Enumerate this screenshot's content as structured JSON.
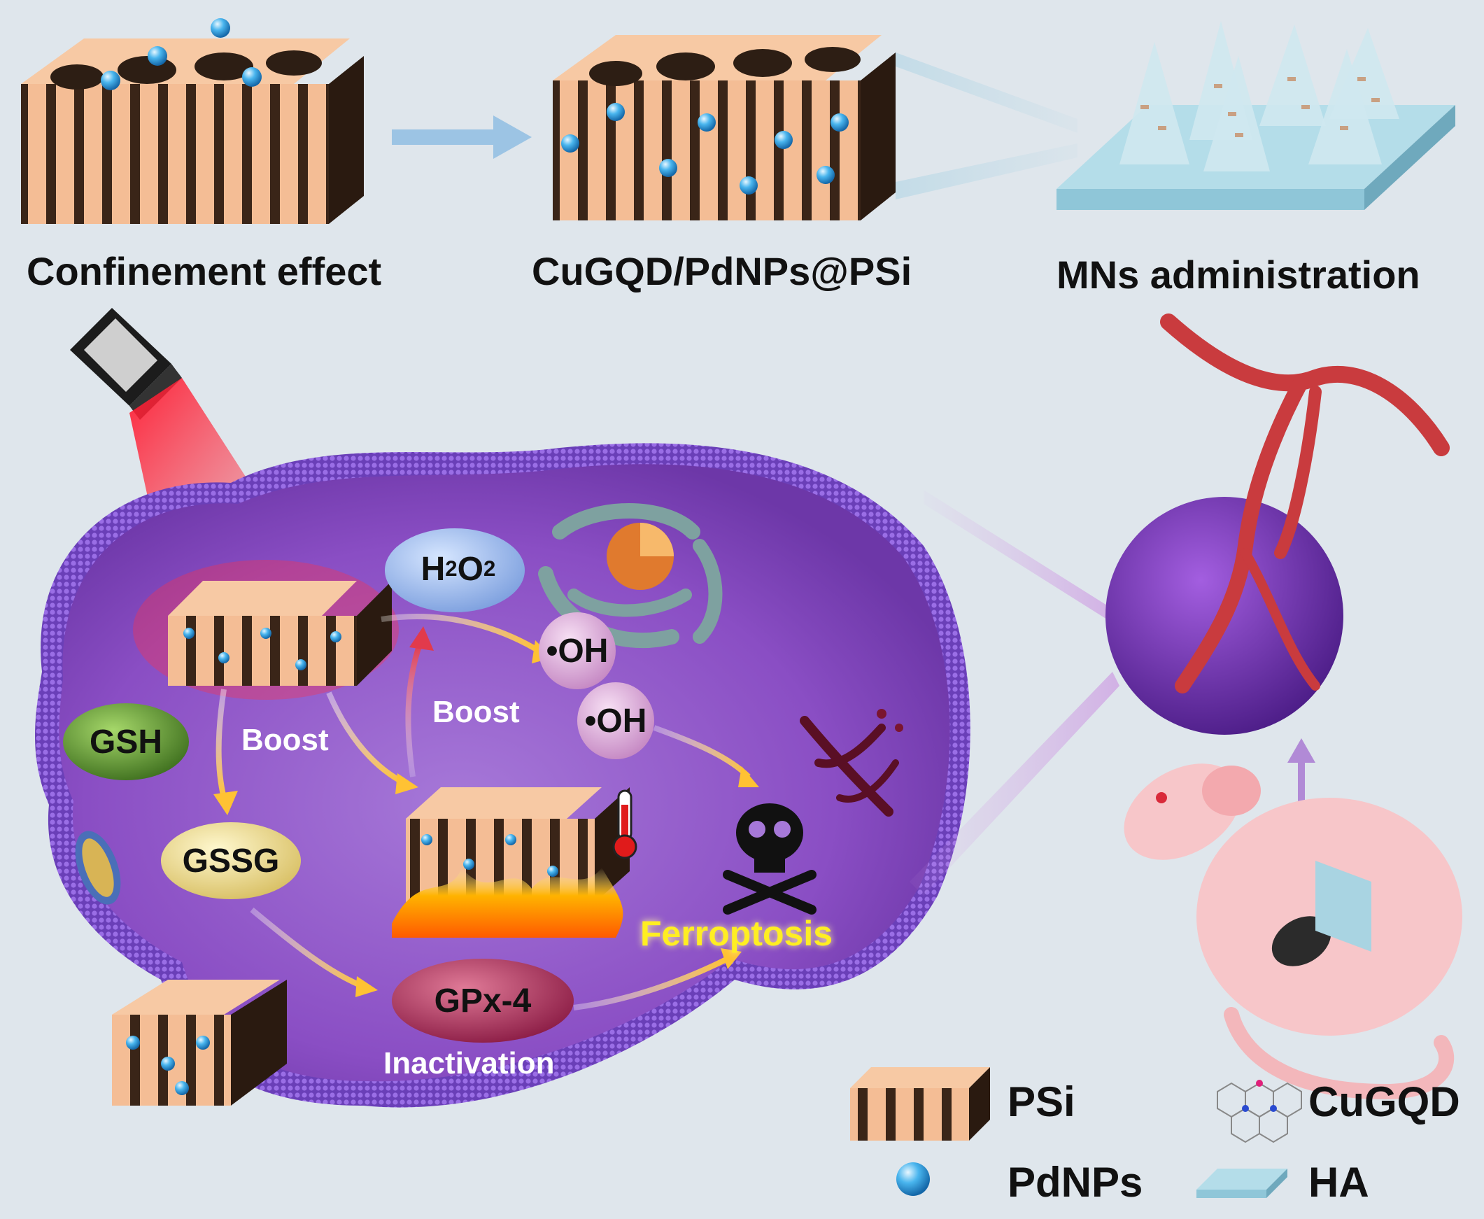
{
  "top": {
    "step1_label": "Confinement effect",
    "step2_label": "CuGQD/PdNPs@PSi",
    "step3_label": "MNs administration"
  },
  "cell": {
    "h2o2": {
      "main": "H",
      "sub1": "2",
      "mid": "O",
      "sub2": "2"
    },
    "oh1": "•OH",
    "oh2": "•OH",
    "gsh": "GSH",
    "gssg": "GSSG",
    "gpx4": "GPx-4",
    "boost_left": "Boost",
    "boost_right": "Boost",
    "inactivation": "Inactivation",
    "ferroptosis": "Ferroptosis"
  },
  "legend": {
    "psi": "PSi",
    "cugqd": "CuGQD",
    "pdnps": "PdNPs",
    "ha": "HA"
  },
  "colors": {
    "background": "#dfe6ec",
    "psi_orange": "#f2b48a",
    "pdnp_blue": "#3aa6e6",
    "cell_purple": "#8a4ec4",
    "membrane": "#6a3fb8",
    "ferroptosis_yellow": "#ffee22",
    "laser_red": "#ff2a3a",
    "vessel_red": "#c93b3e",
    "ha_blue": "#a9d4e2"
  }
}
